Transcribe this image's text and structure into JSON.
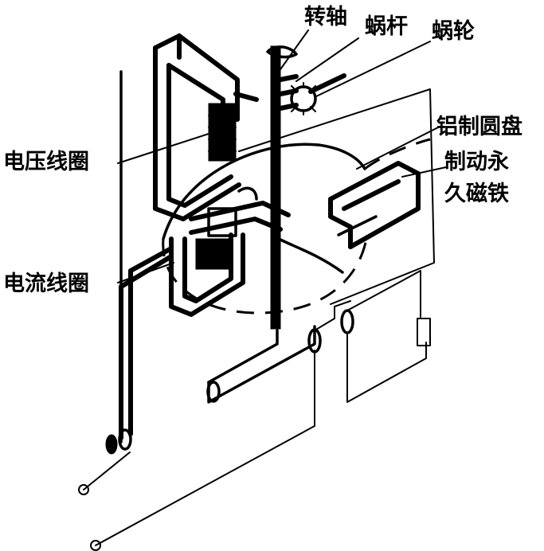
{
  "labels": {
    "shaft": "转轴",
    "worm": "蜗杆",
    "worm_wheel": "蜗轮",
    "aluminum_disc": "铝制圆盘",
    "brake_magnet_line1": "制动永",
    "brake_magnet_line2": "久磁铁",
    "voltage_coil": "电压线圈",
    "current_coil": "电流线圈"
  },
  "colors": {
    "ink": "#000000",
    "background": "#ffffff"
  }
}
